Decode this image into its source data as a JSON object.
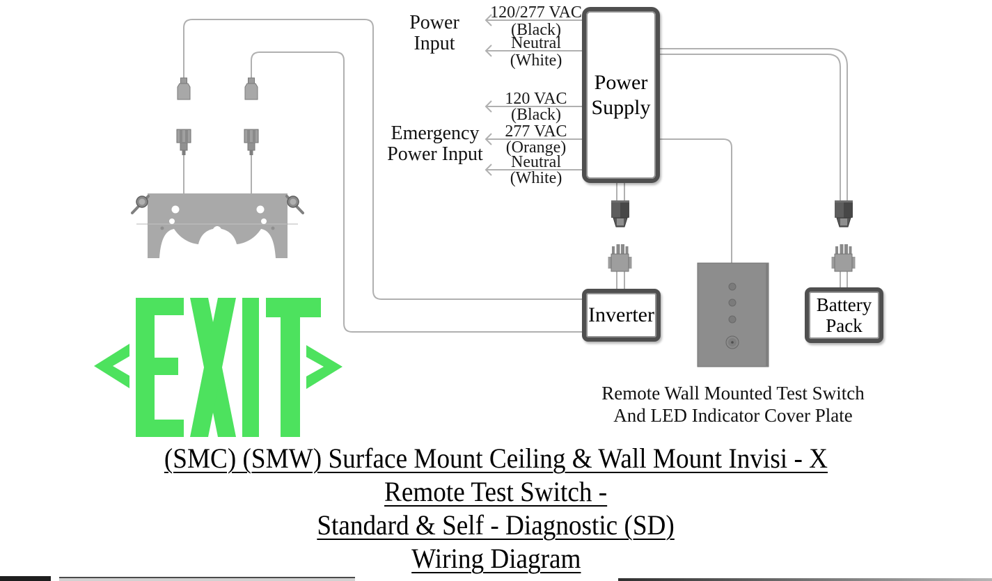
{
  "diagram": {
    "power_input_label": "Power Input",
    "emergency_input_label": "Emergency Power Input",
    "input_wires": [
      {
        "top": "120/277 VAC",
        "bottom": "(Black)"
      },
      {
        "top": "Neutral",
        "bottom": "(White)"
      },
      {
        "top": "120 VAC",
        "bottom": "(Black)"
      },
      {
        "top": "277 VAC",
        "bottom": "(Orange)"
      },
      {
        "top": "Neutral",
        "bottom": "(White)"
      }
    ],
    "components": {
      "power_supply": "Power Supply",
      "inverter": "Inverter",
      "battery_pack": "Battery Pack"
    },
    "test_switch_caption": {
      "line1": "Remote Wall Mounted Test Switch",
      "line2": "And LED Indicator Cover Plate"
    },
    "exit_sign": {
      "text": "EXIT",
      "color": "#4de25e"
    }
  },
  "title": {
    "line1": "(SMC) (SMW) Surface Mount Ceiling & Wall Mount Invisi - X",
    "line2": "Remote Test Switch -",
    "line3": "Standard & Self - Diagnostic (SD)",
    "line4": "Wiring Diagram"
  },
  "colors": {
    "wire": "#b0b0b0",
    "exit_green": "#4de25e",
    "plate_gray": "#8d8d8d"
  }
}
